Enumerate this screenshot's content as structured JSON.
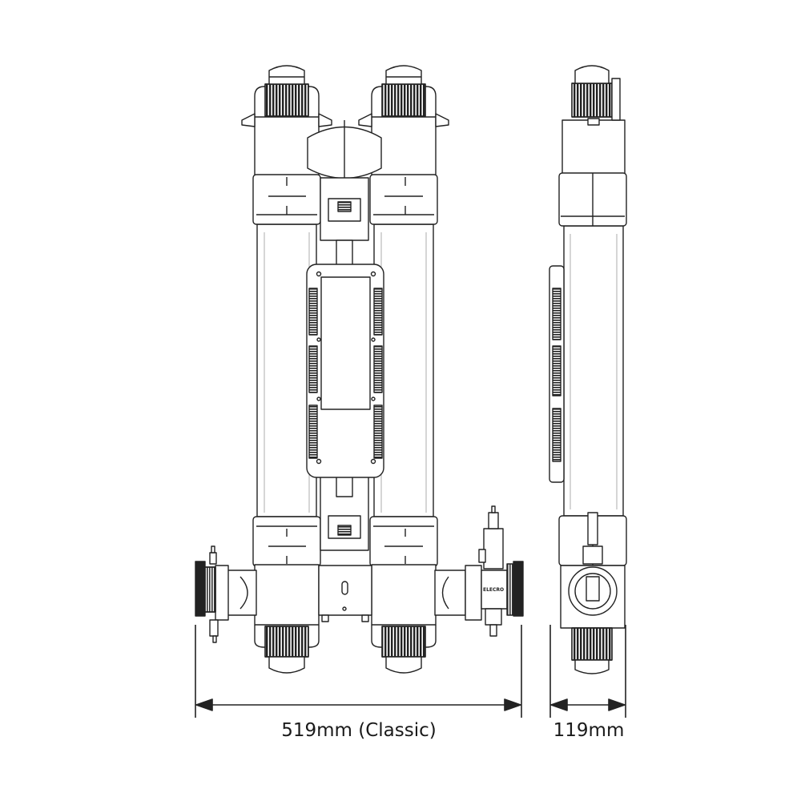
{
  "diagram": {
    "front_view": {
      "width_label": "519mm (Classic)"
    },
    "side_view": {
      "width_label": "119mm"
    },
    "engraving": "ELECRO"
  }
}
